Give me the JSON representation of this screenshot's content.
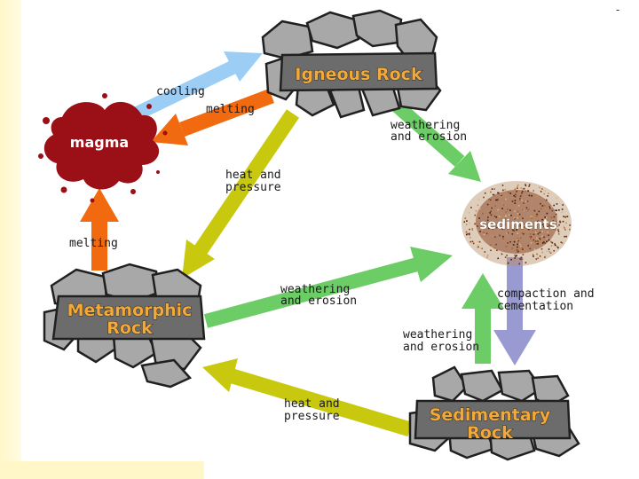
{
  "corner_mark": "-",
  "nodes": {
    "igneous": "Igneous Rock",
    "magma": "magma",
    "sediments": "sediments",
    "metamorphic_line1": "Metamorphic",
    "metamorphic_line2": "Rock",
    "sedimentary_line1": "Sedimentary",
    "sedimentary_line2": "Rock"
  },
  "labels": {
    "cooling": "cooling",
    "melting_top": "melting",
    "melting_left": "melting",
    "weathering_top_1": "weathering",
    "weathering_top_2": "and erosion",
    "heat_top_1": "heat and",
    "heat_top_2": "pressure",
    "weathering_mid_1": "weathering",
    "weathering_mid_2": "and erosion",
    "compaction_1": "compaction and",
    "compaction_2": "cementation",
    "weathering_low_1": "weathering",
    "weathering_low_2": "and erosion",
    "heat_bottom_1": "heat and",
    "heat_bottom_2": "pressure"
  },
  "colors": {
    "cooling_arrow": "#9ccdf5",
    "melting_arrow": "#f26a10",
    "weathering_arrow": "#6ccc66",
    "heat_arrow": "#c8c80f",
    "compaction_arrow": "#9a9ad2",
    "magma": "#9b0f17",
    "rock_title": "#f2a93b"
  }
}
